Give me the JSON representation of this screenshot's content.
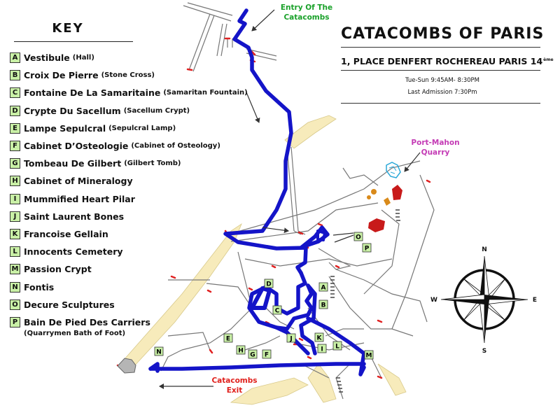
{
  "key": {
    "title": "KEY",
    "items": [
      {
        "letter": "A",
        "name": "Vestibule",
        "translation": "(Hall)"
      },
      {
        "letter": "B",
        "name": "Croix De Pierre",
        "translation": "(Stone Cross)"
      },
      {
        "letter": "C",
        "name": "Fontaine De La Samaritaine",
        "translation": "(Samaritan Fountain)"
      },
      {
        "letter": "D",
        "name": "Crypte Du Sacellum",
        "translation": "(Sacellum Crypt)"
      },
      {
        "letter": "E",
        "name": "Lampe Sepulcral",
        "translation": "(Sepulcral Lamp)"
      },
      {
        "letter": "F",
        "name": "Cabinet D’Osteologie",
        "translation": "(Cabinet of Osteology)"
      },
      {
        "letter": "G",
        "name": "Tombeau De Gilbert",
        "translation": "(Gilbert Tomb)"
      },
      {
        "letter": "H",
        "name": "Cabinet of Mineralogy",
        "translation": ""
      },
      {
        "letter": "I",
        "name": "Mummified Heart Pilar",
        "translation": ""
      },
      {
        "letter": "J",
        "name": "Saint Laurent Bones",
        "translation": ""
      },
      {
        "letter": "K",
        "name": "Francoise Gellain",
        "translation": ""
      },
      {
        "letter": "L",
        "name": "Innocents Cemetery",
        "translation": ""
      },
      {
        "letter": "M",
        "name": "Passion Crypt",
        "translation": ""
      },
      {
        "letter": "N",
        "name": "Fontis",
        "translation": ""
      },
      {
        "letter": "O",
        "name": "Decure Sculptures",
        "translation": ""
      },
      {
        "letter": "P",
        "name": "Bain De Pied Des Carriers",
        "translation": "(Quarrymen Bath of Foot)"
      }
    ]
  },
  "header": {
    "title": "CATACOMBS OF PARIS",
    "address": "1, PLACE DENFERT ROCHEREAU PARIS 14",
    "address_suffix": "ème",
    "hours": "Tue-Sun  9:45AM- 8:30PM",
    "last_admission": "Last Admission 7:30Pm"
  },
  "callouts": {
    "entry": "Entry Of The Catacombs",
    "exit": "Catacombs Exit",
    "quarry": "Port-Mahon Quarry"
  },
  "compass": {
    "north": "N",
    "south": "S",
    "east": "E",
    "west": "W"
  },
  "colors": {
    "route": "#1414c8",
    "marker_fill": "#c9f0a6",
    "entry_label": "#1aa12a",
    "exit_label": "#e0201c",
    "quarry_label": "#c43bb5",
    "passage_marks": "#e02020",
    "quarry_sculpture": "#c81a1a",
    "quarry_water": "#2aa8d8",
    "quarry_ochre": "#d98a1a",
    "street": "#f2e1a0"
  },
  "map_labels": [
    "A",
    "B",
    "C",
    "D",
    "E",
    "F",
    "G",
    "H",
    "I",
    "J",
    "K",
    "L",
    "M",
    "N",
    "O",
    "P"
  ]
}
